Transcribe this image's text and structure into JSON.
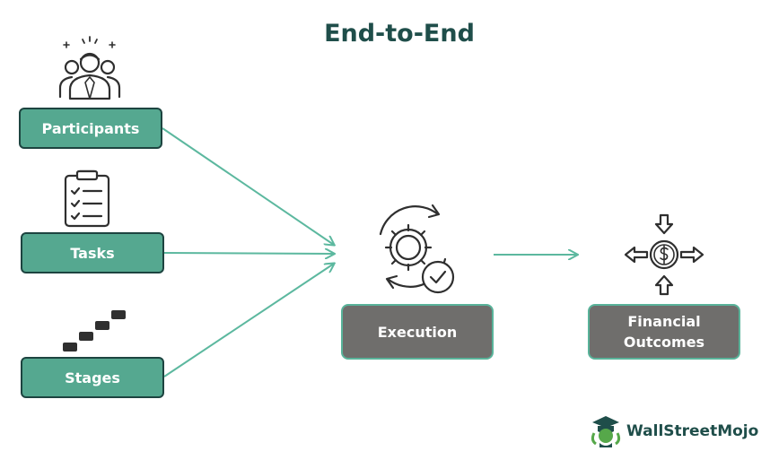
{
  "title": "End-to-End",
  "inputs": [
    {
      "label": "Participants",
      "icon": "participants-icon"
    },
    {
      "label": "Tasks",
      "icon": "clipboard-checklist-icon"
    },
    {
      "label": "Stages",
      "icon": "stairs-icon"
    }
  ],
  "process": {
    "label": "Execution",
    "icon": "gear-check-icon"
  },
  "outcome": {
    "label": "Financial Outcomes",
    "icon": "dollar-arrows-icon"
  },
  "brand": {
    "name": "WallStreetMojo",
    "icon": "wallstreetmojo-logo-icon"
  },
  "colors": {
    "green": "#55a890",
    "dark_border": "#1d4440",
    "gray": "#6f6e6c",
    "arrow": "#5cb89f",
    "title": "#1f4e4a"
  }
}
